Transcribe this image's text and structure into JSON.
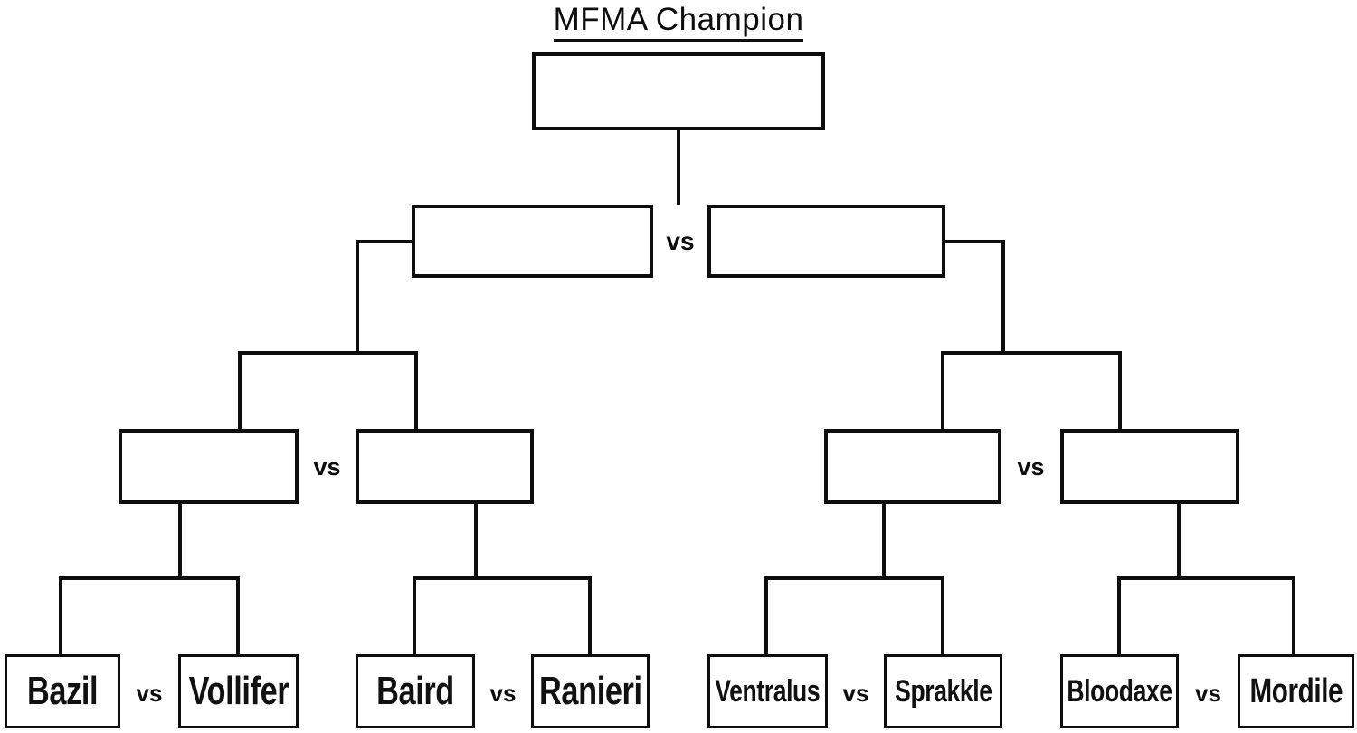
{
  "title": "MFMA Champion",
  "vs_label": "vs",
  "colors": {
    "ink": "#0d0d0d",
    "background": "#ffffff"
  },
  "bracket": {
    "champion": {
      "label": "",
      "round": "champion"
    },
    "final": {
      "left": {
        "label": ""
      },
      "right": {
        "label": ""
      }
    },
    "semifinals": [
      {
        "label": ""
      },
      {
        "label": ""
      },
      {
        "label": ""
      },
      {
        "label": ""
      }
    ],
    "first_round": [
      {
        "label": "Bazil"
      },
      {
        "label": "Vollifer"
      },
      {
        "label": "Baird"
      },
      {
        "label": "Ranieri"
      },
      {
        "label": "Ventralus"
      },
      {
        "label": "Sprakkle"
      },
      {
        "label": "Bloodaxe"
      },
      {
        "label": "Mordile"
      }
    ],
    "matches": [
      {
        "left": "Bazil",
        "right": "Vollifer"
      },
      {
        "left": "Baird",
        "right": "Ranieri"
      },
      {
        "left": "Ventralus",
        "right": "Sprakkle"
      },
      {
        "left": "Bloodaxe",
        "right": "Mordile"
      }
    ]
  }
}
